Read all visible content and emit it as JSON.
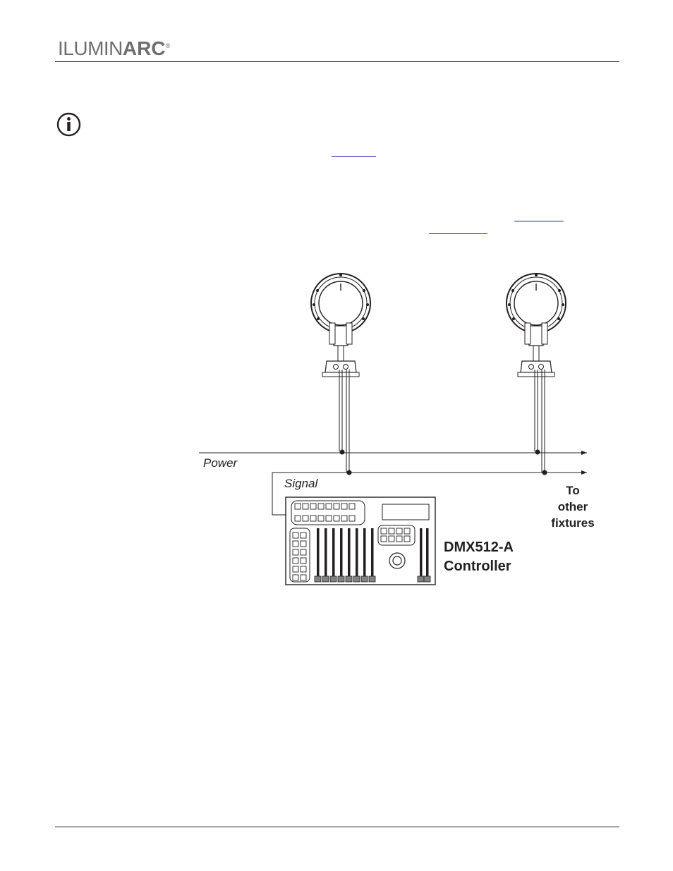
{
  "header": {
    "brand_light": "ILUMIN",
    "brand_bold": "ARC",
    "registered": "®"
  },
  "diagram": {
    "power_label": "Power",
    "signal_label": "Signal",
    "to_other_fixtures": [
      "To",
      "other",
      "fixtures"
    ],
    "controller_label": [
      "DMX512-A",
      "Controller"
    ]
  },
  "colors": {
    "text": "#231f20",
    "logo": "#6d6e71",
    "link": "#1a1aa6"
  },
  "icons": [
    "info-icon"
  ]
}
